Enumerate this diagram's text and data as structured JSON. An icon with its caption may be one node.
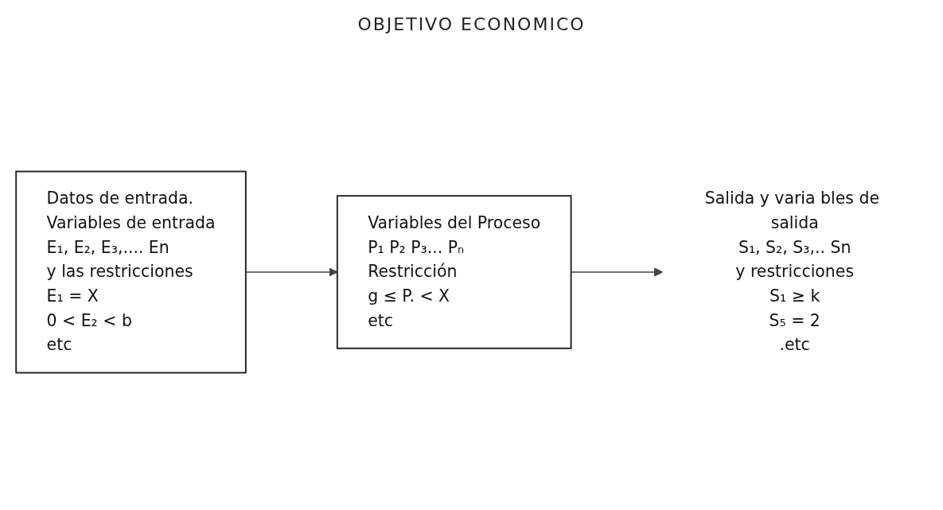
{
  "diagram": {
    "title": "OBJETIVO ECONOMICO",
    "nodes": [
      {
        "text": [
          "Datos de entrada.",
          "Variables de entrada",
          "E₁, E₂, E₃,.... En",
          "y las restricciones",
          "E₁ = X",
          "0 < E₂ < b",
          "etc"
        ]
      },
      {
        "text": [
          "Variables del Proceso",
          "P₁ P₂ P₃... Pₙ",
          "Restricción",
          "g ≤ P. < X",
          "etc"
        ]
      },
      {
        "text": [
          "Salida y varia bles de salida",
          "S₁, S₂, S₃,.. Sn",
          "y restricciones",
          "S₁ ≥ k",
          "S₅ = 2",
          ".etc"
        ]
      }
    ],
    "edges": [
      {
        "from": 0,
        "to": 1,
        "arrow": "to"
      },
      {
        "from": 1,
        "to": 2,
        "arrow": "to"
      }
    ]
  }
}
